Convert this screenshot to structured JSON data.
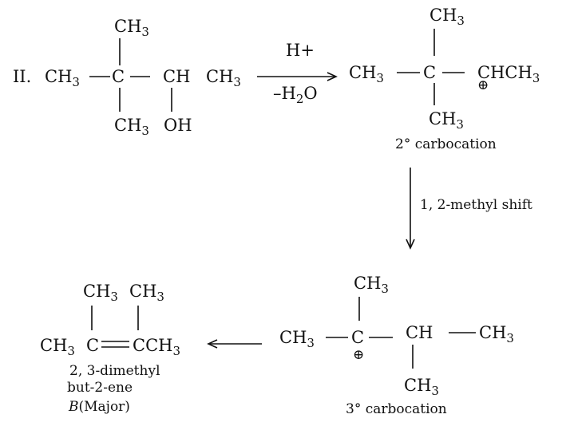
{
  "part_label": "II.",
  "reactant": {
    "top_substituent": "CH3",
    "chain_left": "CH3",
    "center_carbon": "C",
    "ch_group": "CH",
    "chain_right": "CH3",
    "bottom_substituent": "CH3",
    "hydroxyl": "OH"
  },
  "step1": {
    "reagent_top": "H+",
    "reagent_bottom": "–H2O"
  },
  "carbocation_2": {
    "top_substituent": "CH3",
    "chain_left": "CH3",
    "center_carbon": "C",
    "cation_group": "CHCH3",
    "bottom_substituent": "CH3",
    "charge_symbol": "⊕",
    "label": "2° carbocation"
  },
  "step2": {
    "label": "1, 2-methyl shift"
  },
  "carbocation_3": {
    "top_substituent": "CH3",
    "chain_left": "CH3",
    "center_carbon": "C",
    "ch_group": "CH",
    "chain_right": "CH3",
    "bottom_substituent": "CH3",
    "charge_symbol": "⊕",
    "label": "3° carbocation"
  },
  "product": {
    "substituent_1": "CH3",
    "substituent_2": "CH3",
    "left_group": "CH3",
    "carbon_1": "C",
    "right_group": "CCH3",
    "name_line1": "2, 3-dimethyl",
    "name_line2": "but-2-ene",
    "label_letter": "B",
    "label_suffix": "(Major)"
  }
}
